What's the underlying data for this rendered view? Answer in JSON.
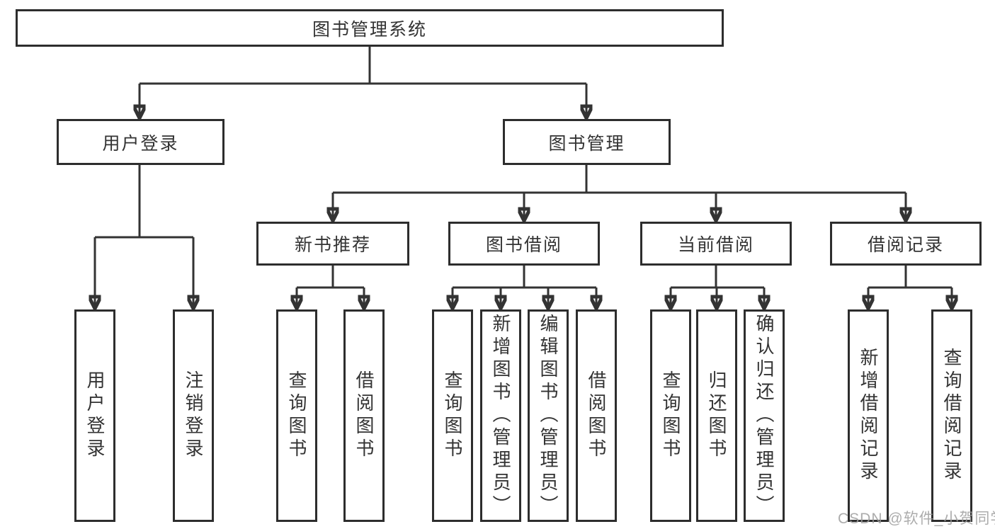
{
  "diagram": {
    "root": {
      "label": "图书管理系统"
    },
    "branches": [
      {
        "label": "用户登录",
        "children": [
          "用户登录",
          "注销登录"
        ]
      },
      {
        "label": "图书管理",
        "children": [
          {
            "label": "新书推荐",
            "children": [
              "查询图书",
              "借阅图书"
            ]
          },
          {
            "label": "图书借阅",
            "children": [
              "查询图书",
              "新增图书（管理员）",
              "编辑图书（管理员）",
              "借阅图书"
            ]
          },
          {
            "label": "当前借阅",
            "children": [
              "查询图书",
              "归还图书",
              "确认归还（管理员）"
            ]
          },
          {
            "label": "借阅记录",
            "children": [
              "新增借阅记录",
              "查询借阅记录"
            ]
          }
        ]
      }
    ]
  },
  "colors": {
    "line": "#333333",
    "box_border": "#2d2d2d",
    "text": "#333333",
    "watermark": "#9e9e9e"
  },
  "watermark": "CSDN @软件_小贺同学"
}
